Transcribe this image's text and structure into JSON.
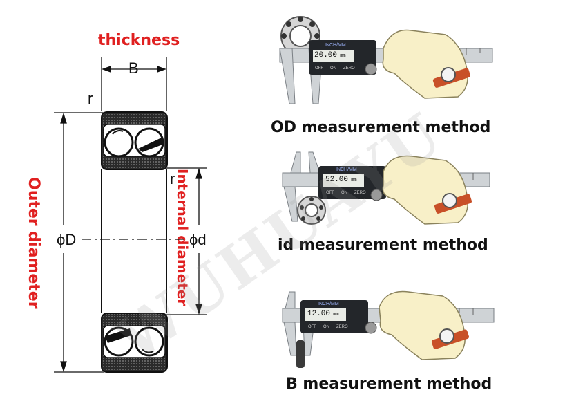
{
  "bearing_diagram": {
    "thickness_label": "thickness",
    "outer_diameter_label": "Outer diameter",
    "internal_diameter_label": "Internal diameter",
    "B_symbol": "B",
    "r_symbol_top": "r",
    "r_symbol_mid": "r",
    "D_symbol": "ϕD",
    "d_symbol": "ϕd"
  },
  "methods": {
    "od": {
      "label": "OD measurement method",
      "display": "20.00",
      "unit": "mm",
      "brand": "INCH/MM",
      "buttons": [
        "OFF",
        "ON",
        "ZERO"
      ]
    },
    "id": {
      "label": "id measurement method",
      "display": "52.00",
      "unit": "mm",
      "brand": "INCH/MM",
      "buttons": [
        "OFF",
        "ON",
        "ZERO"
      ]
    },
    "b": {
      "label": "B measurement method",
      "display": "12.00",
      "unit": "mm",
      "brand": "INCH/MM",
      "buttons": [
        "OFF",
        "ON",
        "ZERO"
      ]
    }
  },
  "watermark": "WUHUAYU",
  "colors": {
    "label_red": "#e02020",
    "glove": "#f8f0c8",
    "strap": "#c85028",
    "caliper": "#cfd3d6",
    "caliper_dark": "#23262a"
  }
}
